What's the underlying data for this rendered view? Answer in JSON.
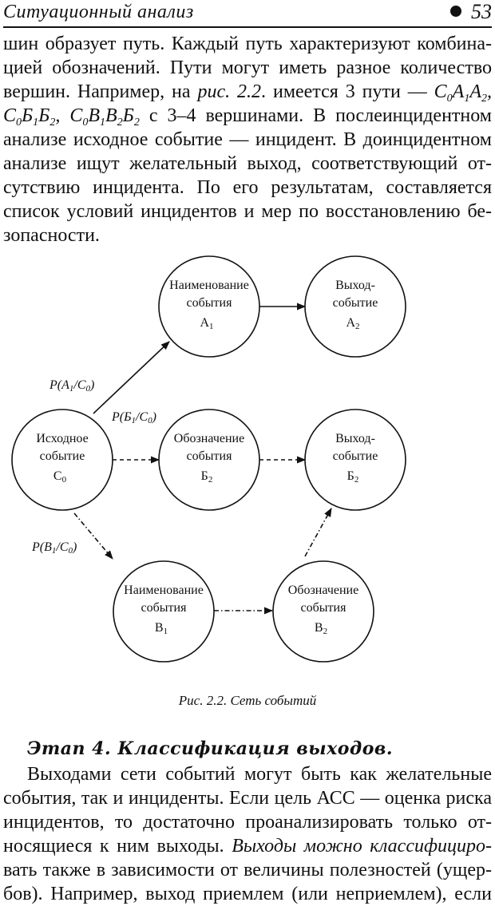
{
  "header": {
    "title": "Ситуационный анализ",
    "page_number": "53"
  },
  "paragraph1": [
    [
      {
        "t": "шин образует путь. Каждый путь характеризуют комбина-"
      }
    ],
    [
      {
        "t": "цией обозначений. Пути могут иметь разное количество"
      }
    ],
    [
      {
        "t": "вершин. Например, на "
      },
      {
        "t": "рис. 2.2",
        "i": true
      },
      {
        "t": ". имеется 3 пути — "
      },
      {
        "t": "C",
        "i": true
      },
      {
        "t": "0",
        "s": true
      },
      {
        "t": "A",
        "i": true
      },
      {
        "t": "1",
        "s": true
      },
      {
        "t": "A",
        "i": true
      },
      {
        "t": "2",
        "s": true
      },
      {
        "t": ",",
        "i": true
      }
    ],
    [
      {
        "t": "C",
        "i": true
      },
      {
        "t": "0",
        "s": true
      },
      {
        "t": "Б",
        "i": true
      },
      {
        "t": "1",
        "s": true
      },
      {
        "t": "Б",
        "i": true
      },
      {
        "t": "2",
        "s": true
      },
      {
        "t": ", C",
        "i": true
      },
      {
        "t": "0",
        "s": true
      },
      {
        "t": "B",
        "i": true
      },
      {
        "t": "1",
        "s": true
      },
      {
        "t": "B",
        "i": true
      },
      {
        "t": "2",
        "s": true
      },
      {
        "t": "Б",
        "i": true
      },
      {
        "t": "2",
        "s": true
      },
      {
        "t": " с 3–4 вершинами. В послеинцидентном"
      }
    ],
    [
      {
        "t": "анализе исходное событие — инцидент. В доинцидентном"
      }
    ],
    [
      {
        "t": "анализе ищут желательный выход, соответствующий от-"
      }
    ],
    [
      {
        "t": "сутствию инцидента. По его результатам, составляется"
      }
    ],
    [
      {
        "t": "список условий инцидентов и мер по восстановлению бе-"
      }
    ],
    [
      {
        "t": "зопасности."
      }
    ]
  ],
  "diagram": {
    "nodes": {
      "c0": {
        "line1": "Исходное",
        "line2": "событие",
        "sym": "C",
        "sub": "0"
      },
      "a1": {
        "line1": "Наименование",
        "line2": "события",
        "sym": "A",
        "sub": "1"
      },
      "a2": {
        "line1": "Выход-",
        "line2": "событие",
        "sym": "A",
        "sub": "2"
      },
      "b2mid": {
        "line1": "Обозначение",
        "line2": "события",
        "sym": "Б",
        "sub": "2"
      },
      "b2out": {
        "line1": "Выход-",
        "line2": "событие",
        "sym": "Б",
        "sub": "2"
      },
      "v1": {
        "line1": "Наименование",
        "line2": "события",
        "sym": "B",
        "sub": "1"
      },
      "v2": {
        "line1": "Обозначение",
        "line2": "события",
        "sym": "B",
        "sub": "2"
      }
    },
    "labels": {
      "pa": {
        "a": "P(A",
        "b": "1",
        "c": "/C",
        "d": "0",
        "e": ")"
      },
      "pb": {
        "a": "P(Б",
        "b": "1",
        "c": "/C",
        "d": "0",
        "e": ")"
      },
      "pv": {
        "a": "P(B",
        "b": "1",
        "c": "/C",
        "d": "0",
        "e": ")"
      }
    },
    "caption": "Рис. 2.2. Сеть событий"
  },
  "section_heading": "Этап 4. Классификация выходов.",
  "paragraph2": [
    [
      {
        "t": "Выходами сети событий могут быть как желательные"
      }
    ],
    [
      {
        "t": "события, так и инциденты. Если цель АСС — оценка риска"
      }
    ],
    [
      {
        "t": "инцидентов, то достаточно проанализировать только от-"
      }
    ],
    [
      {
        "t": "носящиеся к ним выходы. "
      },
      {
        "t": "Выходы можно классифициро-",
        "i": true
      }
    ],
    [
      {
        "t": "вать также в зависимости от величины полезностей (ущер-"
      }
    ],
    [
      {
        "t": "бов). Например, выход приемлем (или неприемлем), если"
      }
    ]
  ]
}
